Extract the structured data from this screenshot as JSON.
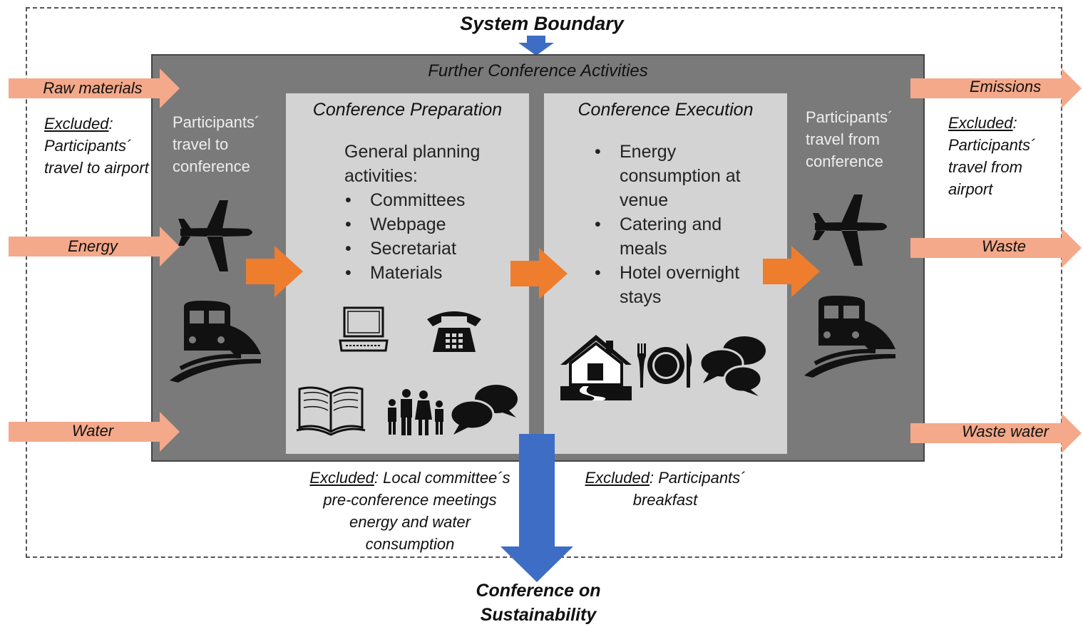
{
  "system_boundary": "System Boundary",
  "further_activities": "Further Conference Activities",
  "preparation": {
    "title": "Conference Preparation",
    "intro": "General planning activities:",
    "items": [
      "Committees",
      "Webpage",
      "Secretariat",
      "Materials"
    ],
    "icons": [
      "laptop-icon",
      "telephone-icon",
      "book-icon",
      "family-icon",
      "speech-bubbles-icon"
    ]
  },
  "execution": {
    "title": "Conference Execution",
    "items": [
      "Energy consumption at venue",
      "Catering and meals",
      "Hotel overnight stays"
    ],
    "icons": [
      "house-icon",
      "plate-cutlery-icon",
      "speech-bubbles-icon"
    ]
  },
  "travel_to": "Participants´ travel to conference",
  "travel_from": "Participants´ travel from conference",
  "inputs": [
    "Raw materials",
    "Energy",
    "Water"
  ],
  "outputs": [
    "Emissions",
    "Waste",
    "Waste water"
  ],
  "excluded_word": "Excluded",
  "excluded_left": ": Participants´ travel to airport",
  "excluded_right": ": Participants´ travel from airport",
  "excluded_prep": ": Local committee´s pre-conference meetings energy and water consumption",
  "excluded_exec": ": Participants´ breakfast",
  "result": "Conference on Sustainability",
  "colors": {
    "input_arrow": "#f4a98a",
    "flow_arrow": "#ee7d2d",
    "blue_arrow": "#3e6dc6",
    "outer_box": "#7a7a7a",
    "panel": "#d3d3d3"
  }
}
